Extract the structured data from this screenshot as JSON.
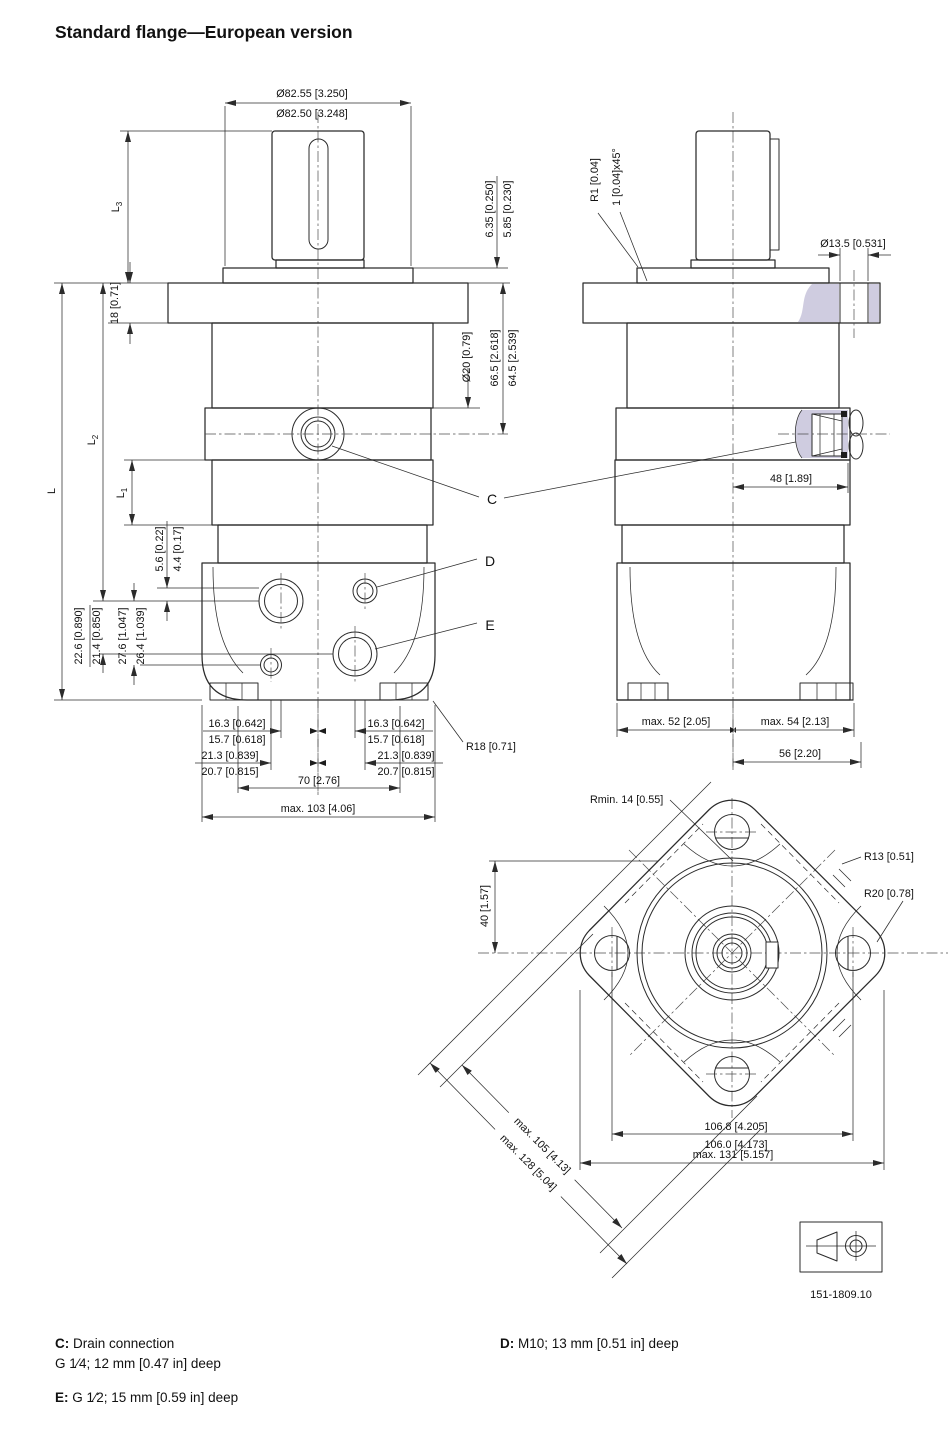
{
  "title": "Standard flange—European version",
  "drawing_number": "151-1809.10",
  "callouts": {
    "c": "C",
    "d": "D",
    "e": "E"
  },
  "notes": {
    "c_label": "C:",
    "c_text": " Drain connection",
    "c_detail": "G 1⁄4; 12 mm [0.47 in] deep",
    "d_label": "D:",
    "d_text": " M10; 13 mm [0.51 in] deep",
    "e_label": "E:",
    "e_text": " G 1⁄2; 15 mm [0.59 in] deep"
  },
  "front": {
    "pilot_dia_max": "Ø82.55 [3.250]",
    "pilot_dia_min": "Ø82.50 [3.248]",
    "l_base": "L",
    "l1_base": "L",
    "l1_sub": "1",
    "l2_base": "L",
    "l2_sub": "2",
    "l3_base": "L",
    "l3_sub": "3",
    "flange_thk": "18 [0.71]",
    "standoff_max": "6.35 [0.250]",
    "standoff_min": "5.85 [0.230]",
    "drain_boss": "Ø20 [0.79]",
    "drain_h_max": "66.5 [2.618]",
    "drain_h_min": "64.5 [2.539]",
    "face_max": "5.6 [0.22]",
    "face_min": "4.4 [0.17]",
    "e_v_max": "22.6 [0.890]",
    "e_v_min": "21.4 [0.850]",
    "d_v_max": "27.6 [1.047]",
    "d_v_min": "26.4 [1.039]",
    "p16_max": "16.3 [0.642]",
    "p16_min": "15.7 [0.618]",
    "p21_max": "21.3 [0.839]",
    "p21_min": "20.7 [0.815]",
    "span70": "70 [2.76]",
    "width_max": "max. 103 [4.06]",
    "corner_r": "R18 [0.71]"
  },
  "side": {
    "fillet": "R1 [0.04]",
    "chamfer": "1 [0.04]x45°",
    "bolt_hole": "Ø13.5 [0.531]",
    "drain_offset": "48 [1.89]",
    "left_max": "max. 52 [2.05]",
    "right_max": "max. 54 [2.13]",
    "plug_width": "56 [2.20]"
  },
  "bottom": {
    "rmin": "Rmin. 14 [0.55]",
    "r13": "R13 [0.51]",
    "r20": "R20 [0.78]",
    "offset40": "40 [1.57]",
    "bolt_max": "106.8 [4.205]",
    "bolt_min": "106.0 [4.173]",
    "overall": "max. 131 [5.157]",
    "diag105": "max. 105 [4.13]",
    "diag128": "max. 128 [5.04]"
  }
}
